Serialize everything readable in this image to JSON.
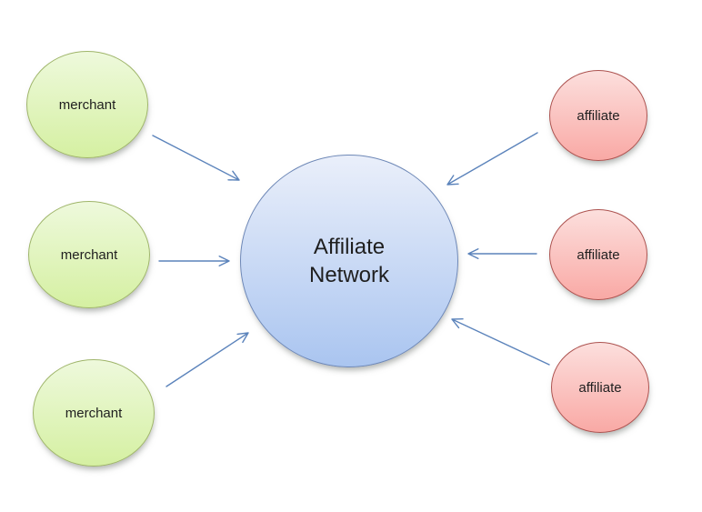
{
  "diagram": {
    "center_node": {
      "label_line1": "Affiliate",
      "label_line2": "Network"
    },
    "merchant_nodes": [
      {
        "label": "merchant"
      },
      {
        "label": "merchant"
      },
      {
        "label": "merchant"
      }
    ],
    "affiliate_nodes": [
      {
        "label": "affiliate"
      },
      {
        "label": "affiliate"
      },
      {
        "label": "affiliate"
      }
    ],
    "colors": {
      "merchant_fill_top": "#eef9dc",
      "merchant_fill_bottom": "#d5f0a2",
      "merchant_border": "#9fb56a",
      "center_fill_top": "#eaeffa",
      "center_fill_bottom": "#aac5f0",
      "center_border": "#6e88b7",
      "affiliate_fill_top": "#fcdfdd",
      "affiliate_fill_bottom": "#f9a9a5",
      "affiliate_border": "#ad5350",
      "arrow": "#5b83bb"
    }
  }
}
